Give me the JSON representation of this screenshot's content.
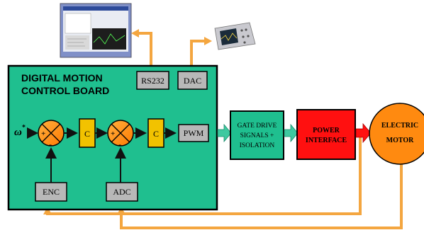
{
  "board": {
    "title_line1": "DIGITAL MOTION",
    "title_line2": "CONTROL BOARD"
  },
  "blocks": {
    "rs232": "RS232",
    "dac": "DAC",
    "pwm": "PWM",
    "enc": "ENC",
    "adc": "ADC",
    "controller1": "C",
    "controller2": "C"
  },
  "reference": {
    "symbol": "ω",
    "superscript": "*"
  },
  "summing_junction_1": {
    "plus": "+",
    "minus": "-"
  },
  "summing_junction_2": {
    "plus": "+",
    "minus": "-"
  },
  "gate_drive": {
    "line1": "GATE DRIVE",
    "line2": "SIGNALS +",
    "line3": "ISOLATION"
  },
  "power_interface": {
    "line1": "POWER",
    "line2": "INTERFACE"
  },
  "motor": {
    "line1": "ELECTRIC",
    "line2": "MOTOR"
  },
  "colors": {
    "board_fill": "#1fbf8f",
    "block_gray": "#b8b8b8",
    "controller_yellow": "#f2c200",
    "power_red": "#ff1010",
    "motor_orange": "#ff8a10",
    "feedback_orange": "#f4a640",
    "arrow_teal": "#3fc9a0"
  }
}
